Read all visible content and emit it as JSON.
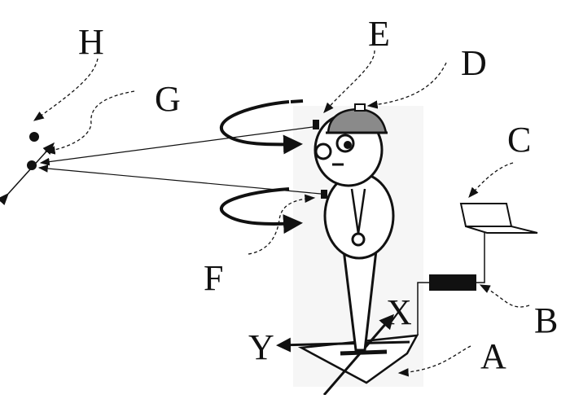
{
  "diagram": {
    "labels": {
      "A": "A",
      "B": "B",
      "C": "C",
      "D": "D",
      "E": "E",
      "F": "F",
      "G": "G",
      "H": "H"
    },
    "axes": {
      "x": "X",
      "y": "Y"
    },
    "icons": [
      "person-figure",
      "helmet-sensor-icon",
      "laptop-icon",
      "amplifier-box-icon",
      "force-plate-icon",
      "rotation-arrow-icon",
      "target-dot-icon"
    ],
    "colors": {
      "ink": "#111111",
      "helmet": "#8a8a8a",
      "background": "#ffffff",
      "shade": "#f3f3f3"
    }
  }
}
